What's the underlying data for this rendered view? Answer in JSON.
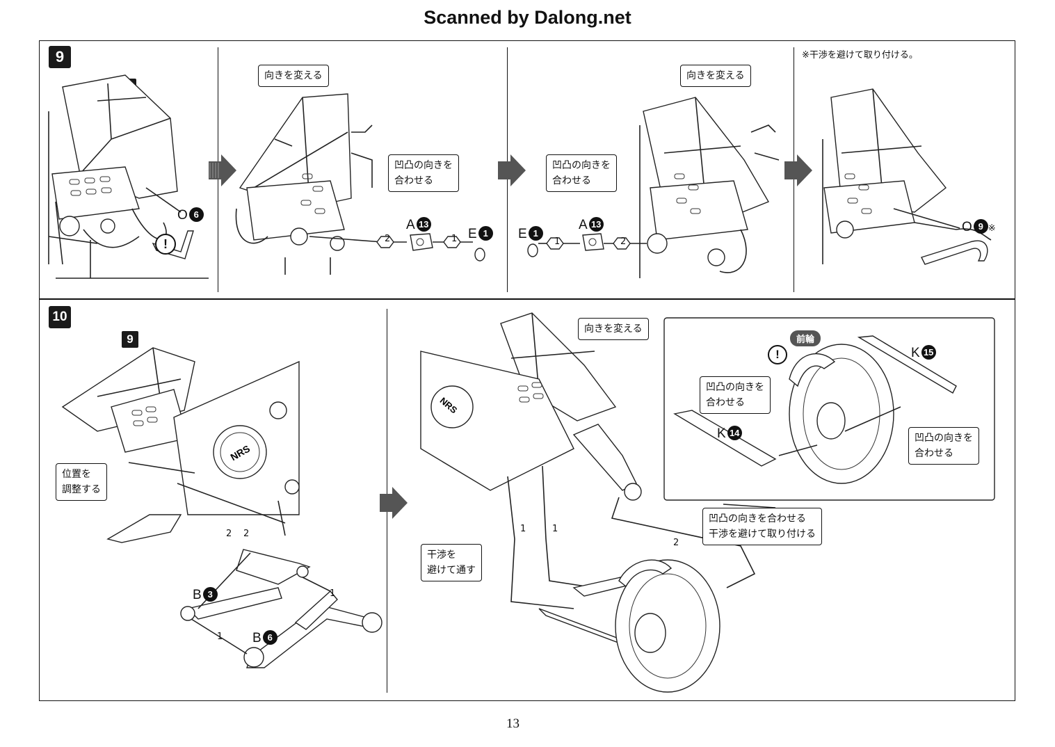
{
  "header": {
    "title": "Scanned by Dalong.net"
  },
  "step9": {
    "number": "9",
    "ref_step": "8",
    "note": "※干渉を避けて取り付ける。",
    "callouts": {
      "turn_a": "向きを変える",
      "turn_b": "向きを変える",
      "align_a": [
        "凹凸の向きを",
        "合わせる"
      ],
      "align_b": [
        "凹凸の向きを",
        "合わせる"
      ]
    },
    "parts": {
      "o6": {
        "letter": "O",
        "num": "6"
      },
      "a13_a": {
        "letter": "A",
        "num": "13"
      },
      "e1_a": {
        "letter": "E",
        "num": "1"
      },
      "e1_b": {
        "letter": "E",
        "num": "1"
      },
      "a13_b": {
        "letter": "A",
        "num": "13"
      },
      "o9": {
        "letter": "O",
        "num": "9",
        "suffix": "※"
      }
    },
    "order_marks": [
      "2",
      "1",
      "1",
      "2"
    ],
    "warning_icon": "exclamation-icon"
  },
  "step10": {
    "number": "10",
    "ref_step": "9",
    "callouts": {
      "position": [
        "位置を",
        "調整する"
      ],
      "turn": "向きを変える",
      "front_wheel": "前輪",
      "align_inset_left": [
        "凹凸の向きを",
        "合わせる"
      ],
      "align_inset_right": [
        "凹凸の向きを",
        "合わせる"
      ],
      "pass": [
        "干渉を",
        "避けて通す"
      ],
      "align_and_avoid": [
        "凹凸の向きを合わせる",
        "干渉を避けて取り付ける"
      ]
    },
    "parts": {
      "b3": {
        "letter": "B",
        "num": "3"
      },
      "b6": {
        "letter": "B",
        "num": "6"
      },
      "k14": {
        "letter": "K",
        "num": "14"
      },
      "k15": {
        "letter": "K",
        "num": "15"
      }
    },
    "order_marks": [
      "2",
      "2",
      "1",
      "1",
      "1",
      "1",
      "2"
    ]
  },
  "page_number": "13"
}
